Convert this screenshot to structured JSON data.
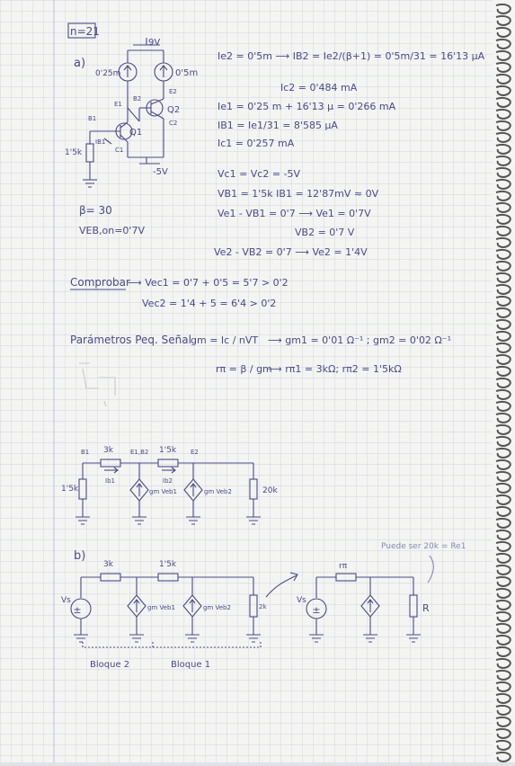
{
  "problem": {
    "number": "n=21"
  },
  "part_a": {
    "label": "a)"
  },
  "part_b": {
    "label": "b)"
  },
  "circuit1": {
    "vcc": "9V",
    "vee": "-5V",
    "src1": "0'25m",
    "src2": "0'5m",
    "r1": "1'5k",
    "q1": "Q1",
    "q2": "Q2",
    "b1": "B1",
    "b2": "B2",
    "e1": "E1",
    "e2": "E2",
    "c1": "C1",
    "c2": "C2",
    "ib1": "IB1"
  },
  "params": {
    "beta": "β= 30",
    "veb": "VEB,on=0'7V"
  },
  "eq": {
    "l1": "Ie2 = 0'5m ⟶ IB2 = Ie2/(β+1) = 0'5m/31 = 16'13 µA",
    "l2": "Ic2 = 0'484 mA",
    "l3": "Ie1 = 0'25 m + 16'13 µ = 0'266 mA",
    "l4": "IB1 = Ie1/31 = 8'585 µA",
    "l5": "Ic1 = 0'257 mA",
    "l6": "Vc1 = Vc2 = -5V",
    "l7": "VB1 = 1'5k IB1 = 12'87mV ≈ 0V",
    "l8": "Ve1 - VB1 = 0'7 ⟶ Ve1 = 0'7V",
    "l9": "VB2 = 0'7 V",
    "l10": "Ve2 - VB2 = 0'7 ⟶ Ve2 = 1'4V"
  },
  "comprobar": {
    "label": "Comprobar",
    "l1": "⟶ Vec1 = 0'7 + 0'5 = 5'7 > 0'2",
    "l2": "Vec2 = 1'4 + 5 = 6'4 > 0'2"
  },
  "pps": {
    "label": "Parámetros Peq. Señal",
    "gm": "gm = Ic / nVT",
    "gm_res": "⟶ gm1 = 0'01 Ω⁻¹ ; gm2 = 0'02 Ω⁻¹",
    "rpi": "rπ = β / gm",
    "rpi_res": "⟶ rπ1 = 3kΩ; rπ2 = 1'5kΩ"
  },
  "ss": {
    "b1": "B1",
    "e1b2": "E1,B2",
    "e2": "E2",
    "r3k": "3k",
    "r15k": "1'5k",
    "r15k_in": "1'5k",
    "r20k": "20k",
    "ib1": "Ib1",
    "ib2": "Ib2",
    "gm1": "gm Veb1",
    "gm2": "gm Veb2"
  },
  "partb": {
    "vs": "Vs",
    "r3k": "3k",
    "r15k": "1'5k",
    "gm1": "gm Veb1",
    "gm2": "gm Veb2",
    "r2k": "2k",
    "bloque2": "Bloque 2",
    "bloque1": "Bloque 1",
    "vs2": "Vs",
    "rpi": "rπ",
    "R": "R",
    "note": "Puede ser 20k = Re1"
  }
}
